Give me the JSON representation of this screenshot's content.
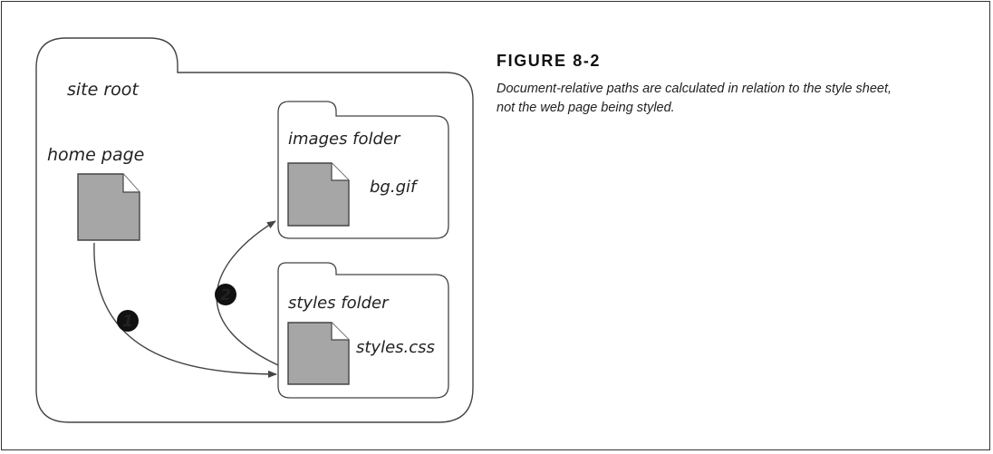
{
  "figure": {
    "number": "FIGURE 8-2",
    "caption_line1": "Document-relative paths are calculated in relation to the style sheet,",
    "caption_line2": "not the web page being styled."
  },
  "diagram": {
    "site_root_label": "site root",
    "home_page_label": "home page",
    "images_folder_label": "images folder",
    "images_file_label": "bg.gif",
    "styles_folder_label": "styles folder",
    "styles_file_label": "styles.css",
    "step1_badge": "1",
    "step2_badge": "2"
  },
  "colors": {
    "outline": "#444444",
    "file_fill": "#a6a6a6",
    "badge_fill": "#111111"
  }
}
